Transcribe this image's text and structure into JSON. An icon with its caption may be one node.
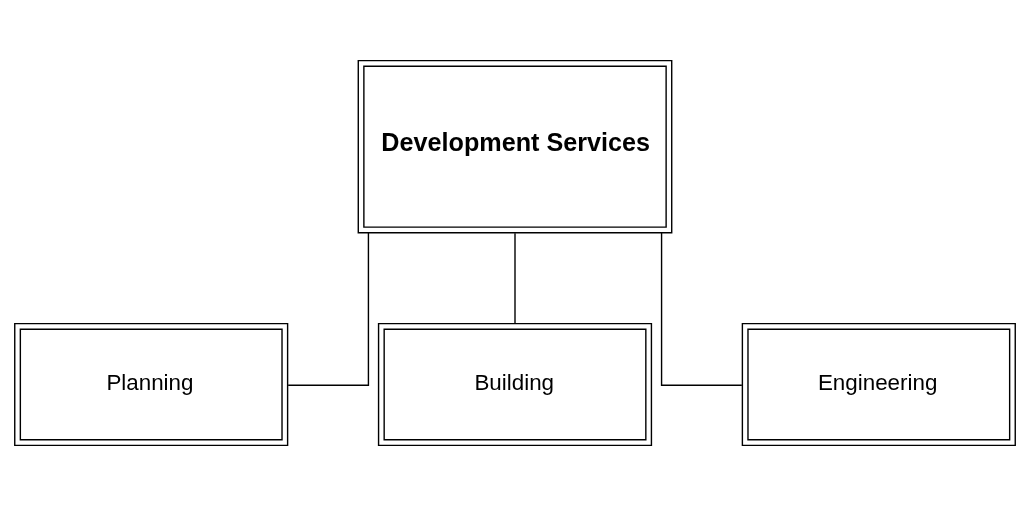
{
  "diagram": {
    "nodes": [
      {
        "text": [
          "Development Services"
        ]
      },
      {
        "text": [
          "Planning"
        ]
      },
      {
        "text": [
          "Building"
        ]
      },
      {
        "text": [
          "Engineering"
        ]
      }
    ],
    "edges": [
      {
        "from": 0,
        "to": 1,
        "arrow": "none"
      },
      {
        "from": 0,
        "to": 2,
        "arrow": "none"
      },
      {
        "from": 0,
        "to": 3,
        "arrow": "none"
      }
    ]
  }
}
